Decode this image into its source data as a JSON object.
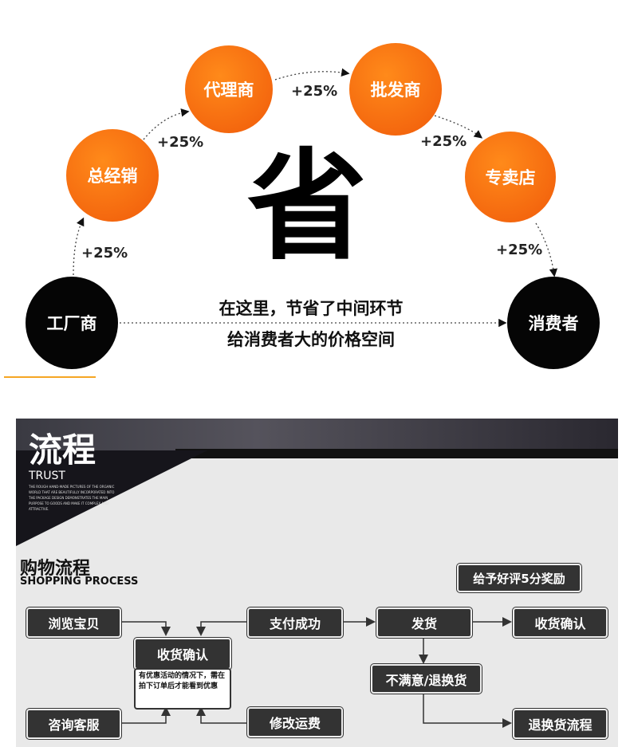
{
  "top": {
    "nodes": {
      "factory": "工厂商",
      "distributor": "总经销",
      "agent": "代理商",
      "wholesaler": "批发商",
      "store": "专卖店",
      "consumer": "消费者"
    },
    "markups": [
      "+25%",
      "+25%",
      "+25%",
      "+25%",
      "+25%"
    ],
    "center_char": "省",
    "slogan_line1": "在这里，节省了中间环节",
    "slogan_line2": "给消费者大的价格空间"
  },
  "banner": {
    "title": "流程",
    "subtitle": "TRUST",
    "blurb": "THE ROUGH HAND-MADE PICTURES OF THE ORGANIC WORLD THAT ARE BEAUTIFULLY INCORPORATED INTO THE PACKAGE DESIGN DEMONSTRATES THE MAIN PURPOSE TO GOODS AND MAKE IT COMPLEX AND ATTRACTIVE."
  },
  "process": {
    "title": "购物流程",
    "subtitle": "SHOPPING PROCESS",
    "reward": "给予好评5分奖励",
    "browse": "浏览宝贝",
    "confirm_receipt_center": "收货确认",
    "note": "有优惠活动的情况下，需在拍下订单后才能看到优惠",
    "consult": "咨询客服",
    "pay": "支付成功",
    "modify_shipping": "修改运费",
    "ship": "发货",
    "confirm_receipt": "收货确认",
    "unsatisfied": "不满意/退换货",
    "return_process": "退换货流程"
  }
}
